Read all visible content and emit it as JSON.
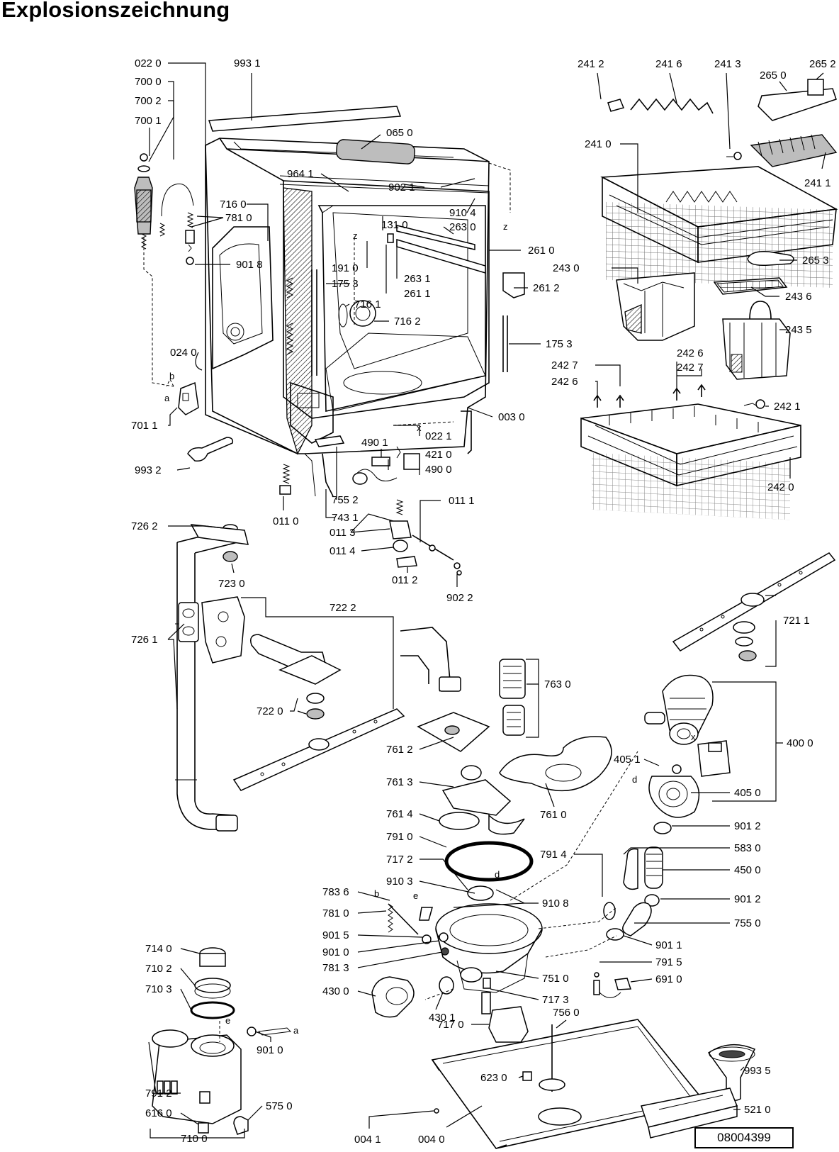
{
  "title": "Explosionszeichnung",
  "doc_code": "08004399",
  "labels": [
    {
      "id": "l0220",
      "text": "022 0"
    },
    {
      "id": "l9931",
      "text": "993 1"
    },
    {
      "id": "l7000",
      "text": "700 0"
    },
    {
      "id": "l7002",
      "text": "700 2"
    },
    {
      "id": "l7001",
      "text": "700 1"
    },
    {
      "id": "l0650",
      "text": "065 0"
    },
    {
      "id": "l9641",
      "text": "964 1"
    },
    {
      "id": "l9021",
      "text": "902 1"
    },
    {
      "id": "l7160",
      "text": "716 0"
    },
    {
      "id": "l7810a",
      "text": "781 0"
    },
    {
      "id": "l9104",
      "text": "910 4"
    },
    {
      "id": "l1310",
      "text": "131 0"
    },
    {
      "id": "l2630",
      "text": "263 0"
    },
    {
      "id": "l2610",
      "text": "261 0"
    },
    {
      "id": "l9018",
      "text": "901 8"
    },
    {
      "id": "l1910",
      "text": "191 0"
    },
    {
      "id": "l1753a",
      "text": "175 3"
    },
    {
      "id": "l2631",
      "text": "263 1"
    },
    {
      "id": "l2611",
      "text": "261 1"
    },
    {
      "id": "l2612",
      "text": "261 2"
    },
    {
      "id": "l7161",
      "text": "716 1"
    },
    {
      "id": "l7162",
      "text": "716 2"
    },
    {
      "id": "l1753b",
      "text": "175 3"
    },
    {
      "id": "l0240",
      "text": "024 0"
    },
    {
      "id": "l0030",
      "text": "003 0"
    },
    {
      "id": "l4901",
      "text": "490 1"
    },
    {
      "id": "l0221",
      "text": "022 1"
    },
    {
      "id": "l4210",
      "text": "421 0"
    },
    {
      "id": "l4900",
      "text": "490 0"
    },
    {
      "id": "l7011",
      "text": "701 1"
    },
    {
      "id": "l9932",
      "text": "993 2"
    },
    {
      "id": "l7552",
      "text": "755 2"
    },
    {
      "id": "l0111",
      "text": "011 1"
    },
    {
      "id": "l0110",
      "text": "011 0"
    },
    {
      "id": "l7431",
      "text": "743 1"
    },
    {
      "id": "l0113",
      "text": "011 3"
    },
    {
      "id": "l0114",
      "text": "011 4"
    },
    {
      "id": "l0112",
      "text": "011 2"
    },
    {
      "id": "l9022",
      "text": "902 2"
    },
    {
      "id": "l2412",
      "text": "241 2"
    },
    {
      "id": "l2416",
      "text": "241 6"
    },
    {
      "id": "l2413",
      "text": "241 3"
    },
    {
      "id": "l2652",
      "text": "265 2"
    },
    {
      "id": "l2650",
      "text": "265 0"
    },
    {
      "id": "l2410",
      "text": "241 0"
    },
    {
      "id": "l2411",
      "text": "241 1"
    },
    {
      "id": "l2653",
      "text": "265 3"
    },
    {
      "id": "l2430",
      "text": "243 0"
    },
    {
      "id": "l2436",
      "text": "243 6"
    },
    {
      "id": "l2435",
      "text": "243 5"
    },
    {
      "id": "l2426a",
      "text": "242 6"
    },
    {
      "id": "l2427a",
      "text": "242 7"
    },
    {
      "id": "l2427b",
      "text": "242 7"
    },
    {
      "id": "l2426b",
      "text": "242 6"
    },
    {
      "id": "l2421",
      "text": "242 1"
    },
    {
      "id": "l2420",
      "text": "242 0"
    },
    {
      "id": "l7262",
      "text": "726 2"
    },
    {
      "id": "l7230",
      "text": "723 0"
    },
    {
      "id": "l7222",
      "text": "722 2"
    },
    {
      "id": "l7261",
      "text": "726 1"
    },
    {
      "id": "l7220",
      "text": "722 0"
    },
    {
      "id": "l7211",
      "text": "721 1"
    },
    {
      "id": "l7630",
      "text": "763 0"
    },
    {
      "id": "l4000",
      "text": "400 0"
    },
    {
      "id": "l7612",
      "text": "761 2"
    },
    {
      "id": "l4051",
      "text": "405 1"
    },
    {
      "id": "l7613",
      "text": "761 3"
    },
    {
      "id": "l4050",
      "text": "405 0"
    },
    {
      "id": "l7614",
      "text": "761 4"
    },
    {
      "id": "l7610",
      "text": "761 0"
    },
    {
      "id": "l9012a",
      "text": "901 2"
    },
    {
      "id": "l7910",
      "text": "791 0"
    },
    {
      "id": "l7914",
      "text": "791 4"
    },
    {
      "id": "l5830",
      "text": "583 0"
    },
    {
      "id": "l7172",
      "text": "717 2"
    },
    {
      "id": "l4500",
      "text": "450 0"
    },
    {
      "id": "l9103",
      "text": "910 3"
    },
    {
      "id": "l7836",
      "text": "783 6"
    },
    {
      "id": "l9108",
      "text": "910 8"
    },
    {
      "id": "l9012b",
      "text": "901 2"
    },
    {
      "id": "l7810b",
      "text": "781 0"
    },
    {
      "id": "l7550",
      "text": "755 0"
    },
    {
      "id": "l9015",
      "text": "901 5"
    },
    {
      "id": "l9011",
      "text": "901 1"
    },
    {
      "id": "l9010a",
      "text": "901 0"
    },
    {
      "id": "l7140",
      "text": "714 0"
    },
    {
      "id": "l7915",
      "text": "791 5"
    },
    {
      "id": "l7813",
      "text": "781 3"
    },
    {
      "id": "l7102",
      "text": "710 2"
    },
    {
      "id": "l7510",
      "text": "751 0"
    },
    {
      "id": "l6910",
      "text": "691 0"
    },
    {
      "id": "l7103",
      "text": "710 3"
    },
    {
      "id": "l4300",
      "text": "430 0"
    },
    {
      "id": "l7173",
      "text": "717 3"
    },
    {
      "id": "l4301",
      "text": "430 1"
    },
    {
      "id": "l7560",
      "text": "756 0"
    },
    {
      "id": "l7170",
      "text": "717 0"
    },
    {
      "id": "l9010b",
      "text": "901 0"
    },
    {
      "id": "l9935",
      "text": "993 5"
    },
    {
      "id": "l6230",
      "text": "623 0"
    },
    {
      "id": "l7912",
      "text": "791 2"
    },
    {
      "id": "l5750",
      "text": "575 0"
    },
    {
      "id": "l6160",
      "text": "616 0"
    },
    {
      "id": "l5210",
      "text": "521 0"
    },
    {
      "id": "l7100",
      "text": "710 0"
    },
    {
      "id": "l0041",
      "text": "004 1"
    },
    {
      "id": "l0040",
      "text": "004 0"
    }
  ],
  "letters": [
    "z",
    "z",
    "x",
    "b",
    "a",
    "x",
    "d",
    "b",
    "e",
    "d",
    "e",
    "a"
  ]
}
